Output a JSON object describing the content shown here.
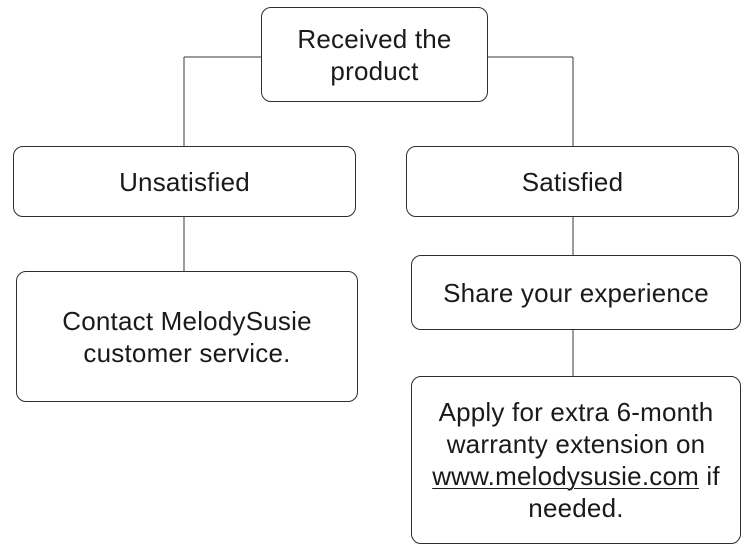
{
  "nodes": {
    "received": {
      "line1": "Received the",
      "line2": "product"
    },
    "unsatisfied": {
      "label": "Unsatisfied"
    },
    "satisfied": {
      "label": "Satisfied"
    },
    "contact": {
      "line1": "Contact MelodySusie",
      "line2": "customer service."
    },
    "share": {
      "label": "Share your experience"
    },
    "apply": {
      "line1": "Apply for extra 6-month",
      "line2": "warranty extension on",
      "link": "www.melodysusie.com",
      "after_link": " if",
      "line4": "needed."
    }
  },
  "edges": [
    {
      "from": "received",
      "to": "unsatisfied"
    },
    {
      "from": "received",
      "to": "satisfied"
    },
    {
      "from": "unsatisfied",
      "to": "contact"
    },
    {
      "from": "satisfied",
      "to": "share"
    },
    {
      "from": "share",
      "to": "apply"
    }
  ]
}
